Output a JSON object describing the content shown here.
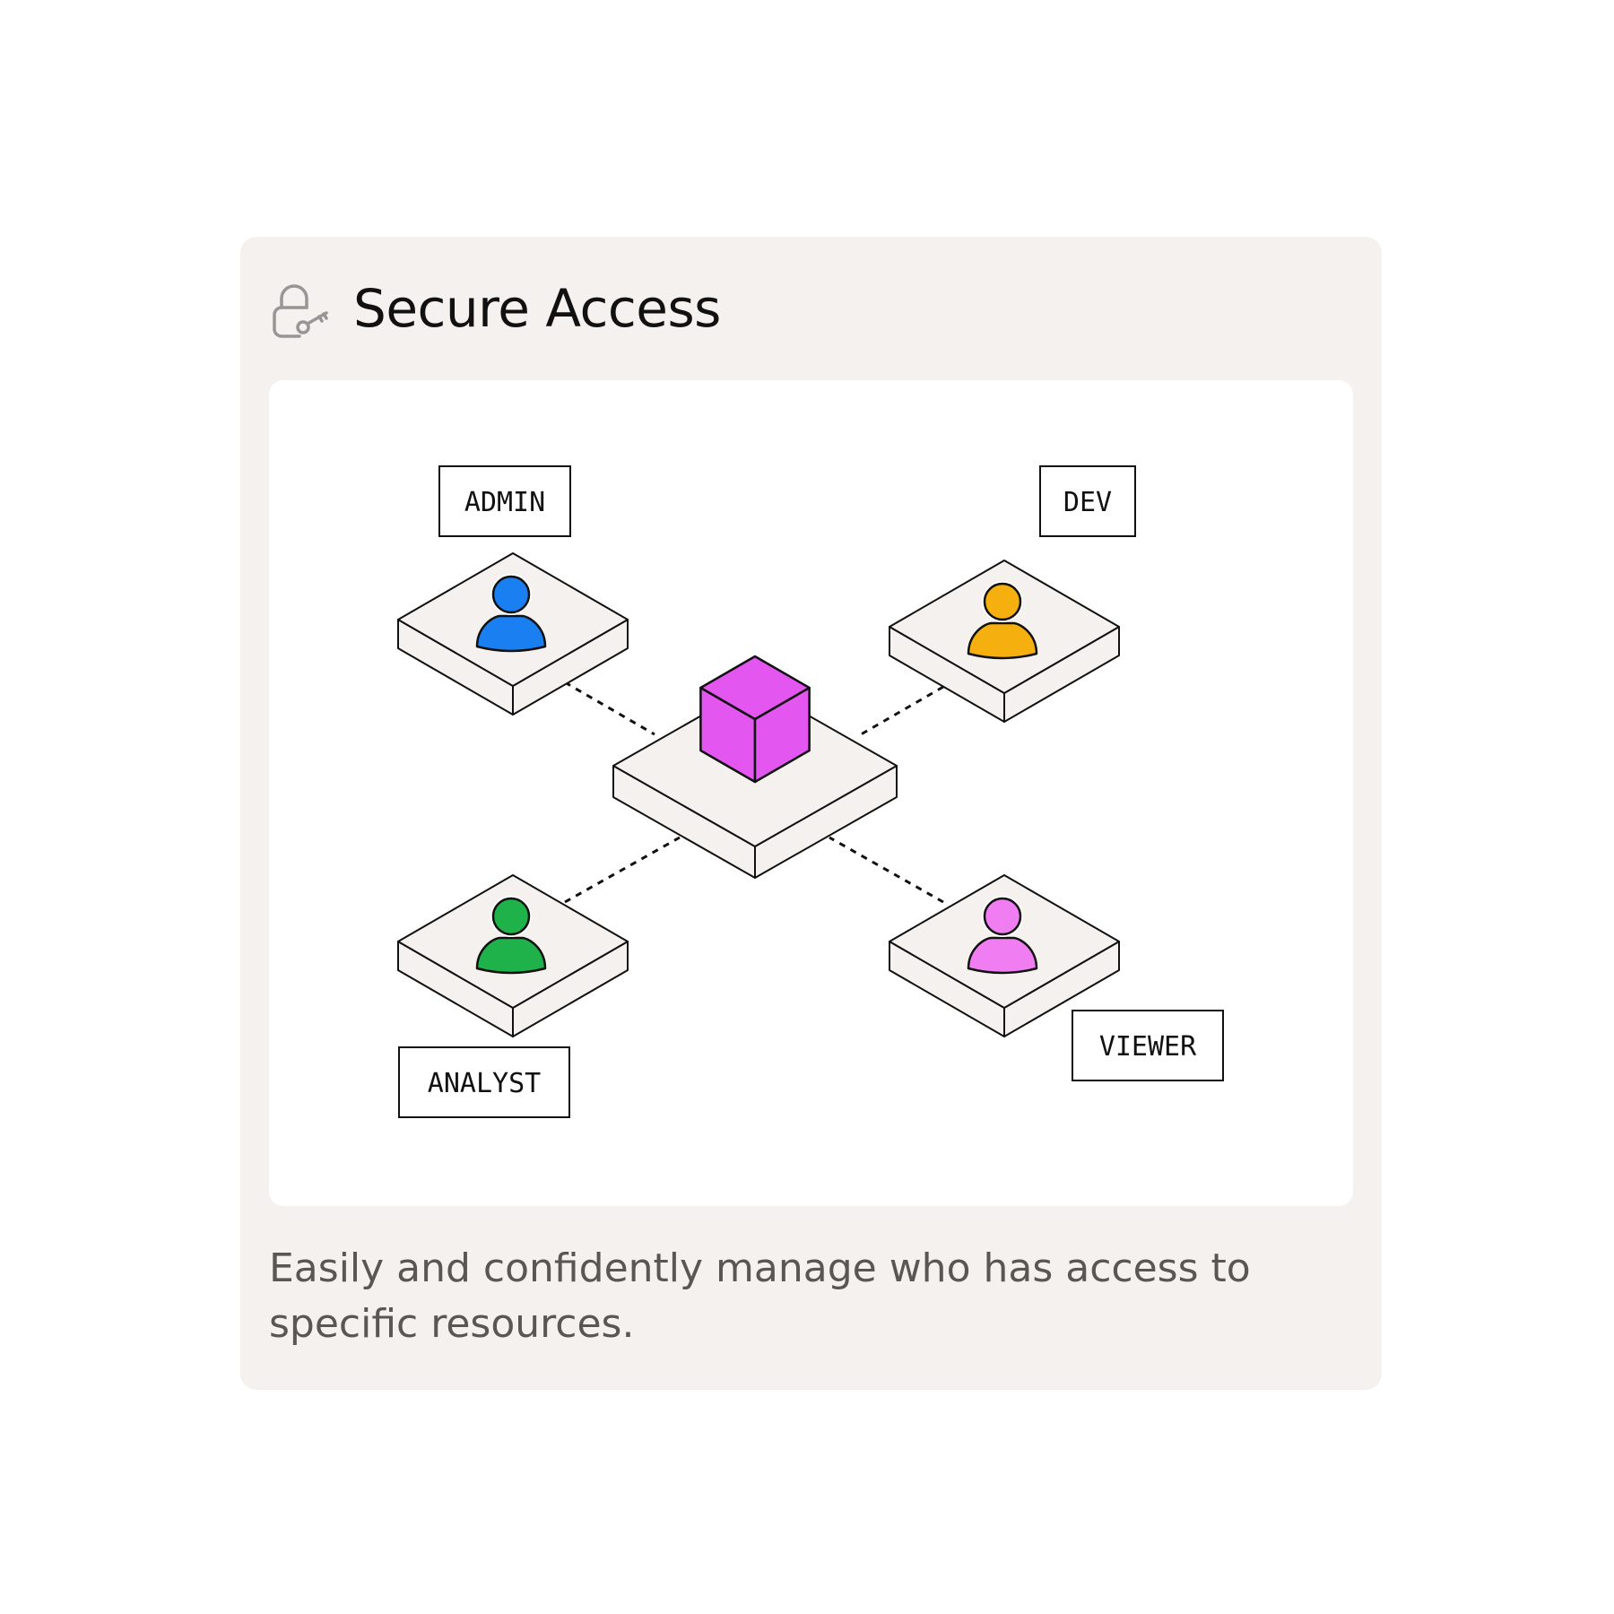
{
  "card": {
    "title": "Secure Access",
    "icon": "lock-key-icon",
    "description": "Easily and confidently manage who has access to specific resources."
  },
  "diagram": {
    "resource": {
      "icon": "cube-icon",
      "color": "#e356f0"
    },
    "roles": [
      {
        "id": "admin",
        "label": "ADMIN",
        "icon": "user-icon",
        "color": "#1a7ff0"
      },
      {
        "id": "dev",
        "label": "DEV",
        "icon": "user-icon",
        "color": "#f5b00f"
      },
      {
        "id": "analyst",
        "label": "ANALYST",
        "icon": "user-icon",
        "color": "#1fb24a"
      },
      {
        "id": "viewer",
        "label": "VIEWER",
        "icon": "user-icon",
        "color": "#f07ef2"
      }
    ],
    "platform_color": "#f5f1ef",
    "stroke_color": "#111111"
  }
}
